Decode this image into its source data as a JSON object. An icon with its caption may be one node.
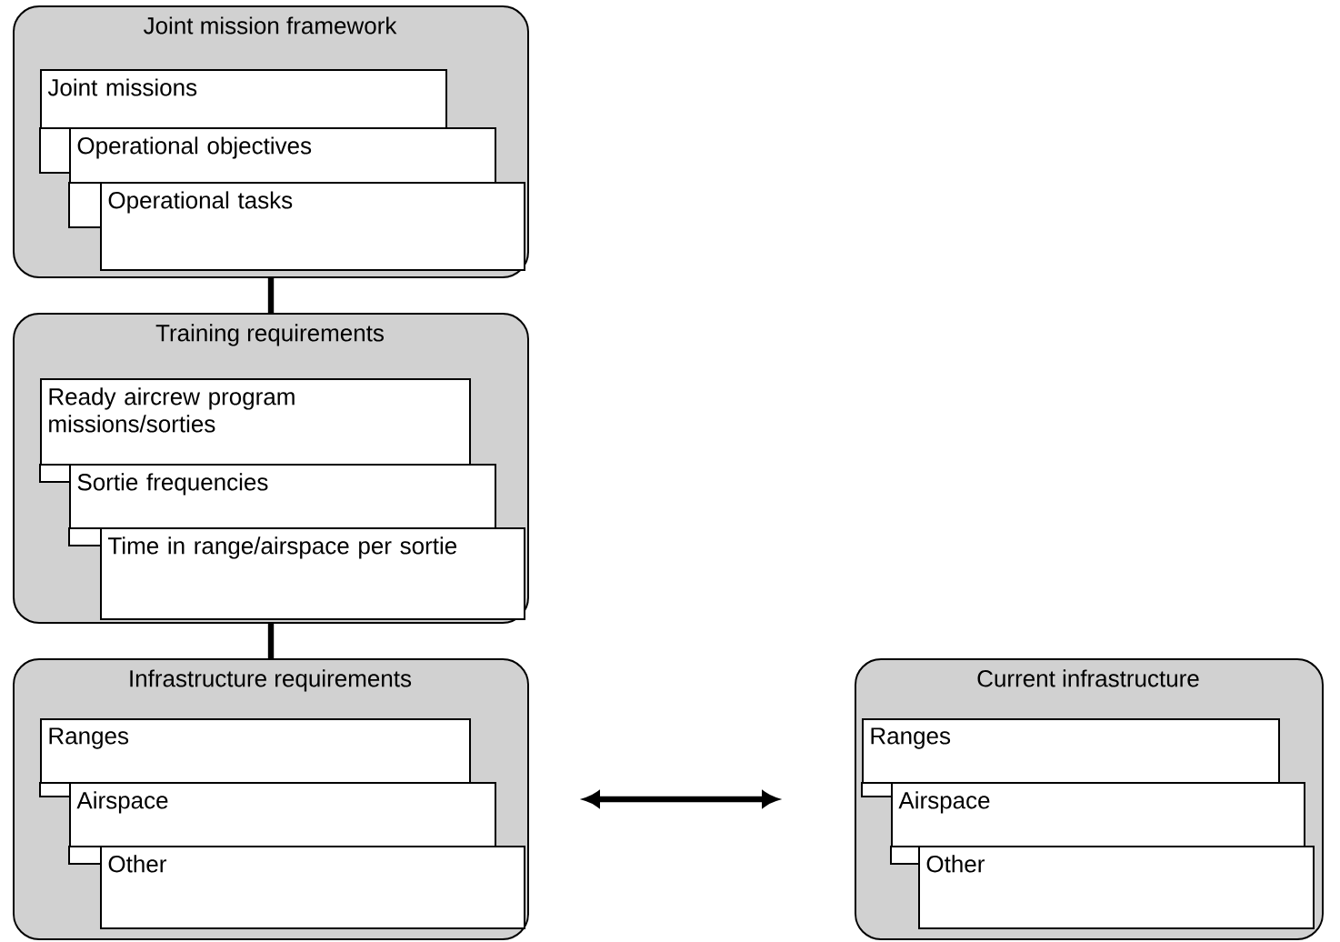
{
  "diagram": {
    "nodes": [
      {
        "text": [
          "Joint mission framework"
        ]
      },
      {
        "text": [
          "Joint missions"
        ],
        "in": 0
      },
      {
        "text": [
          "Operational objectives"
        ],
        "in": 0
      },
      {
        "text": [
          "Operational tasks"
        ],
        "in": 0
      },
      {
        "text": [
          "Training requirements"
        ]
      },
      {
        "text": [
          "Ready aircrew program missions/sorties"
        ],
        "in": 4
      },
      {
        "text": [
          "Sortie frequencies"
        ],
        "in": 4
      },
      {
        "text": [
          "Time in range/airspace per sortie"
        ],
        "in": 4
      },
      {
        "text": [
          "Infrastructure requirements"
        ]
      },
      {
        "text": [
          "Ranges"
        ],
        "in": 8
      },
      {
        "text": [
          "Airspace"
        ],
        "in": 8
      },
      {
        "text": [
          "Other"
        ],
        "in": 8
      },
      {
        "text": [
          "Current infrastructure"
        ]
      },
      {
        "text": [
          "Ranges"
        ],
        "in": 12
      },
      {
        "text": [
          "Airspace"
        ],
        "in": 12
      },
      {
        "text": [
          "Other"
        ],
        "in": 12
      }
    ],
    "edges": [
      {
        "from": 0,
        "to": 4,
        "arrow": "none"
      },
      {
        "from": 4,
        "to": 8,
        "arrow": "none"
      },
      {
        "from": 8,
        "to": 12,
        "arrow": "both"
      }
    ]
  }
}
